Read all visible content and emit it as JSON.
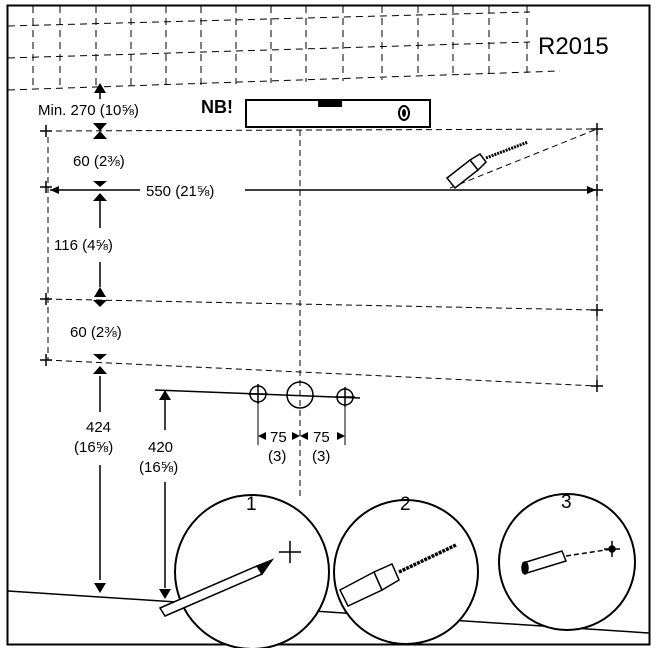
{
  "model_code": "R2015",
  "warning": "NB!",
  "min_height_label": "Min. 270 (10⅝)",
  "spacing_top_label": "60 (2⅜)",
  "width_label": "550 (21⅝)",
  "spacing_middle_label": "116 (4⅝)",
  "spacing_bottom_label": "60 (2⅜)",
  "floor_height_outer": {
    "value": "424",
    "inch": "(16⅝)"
  },
  "floor_height_inner": {
    "value": "420",
    "inch": "(16⅝)"
  },
  "hole_spacing_left": {
    "value": "75",
    "inch": "(3)"
  },
  "hole_spacing_right": {
    "value": "75",
    "inch": "(3)"
  },
  "steps": [
    {
      "number": "1",
      "icon": "pencil-marking-icon"
    },
    {
      "number": "2",
      "icon": "drill-icon"
    },
    {
      "number": "3",
      "icon": "wall-plug-icon"
    }
  ]
}
